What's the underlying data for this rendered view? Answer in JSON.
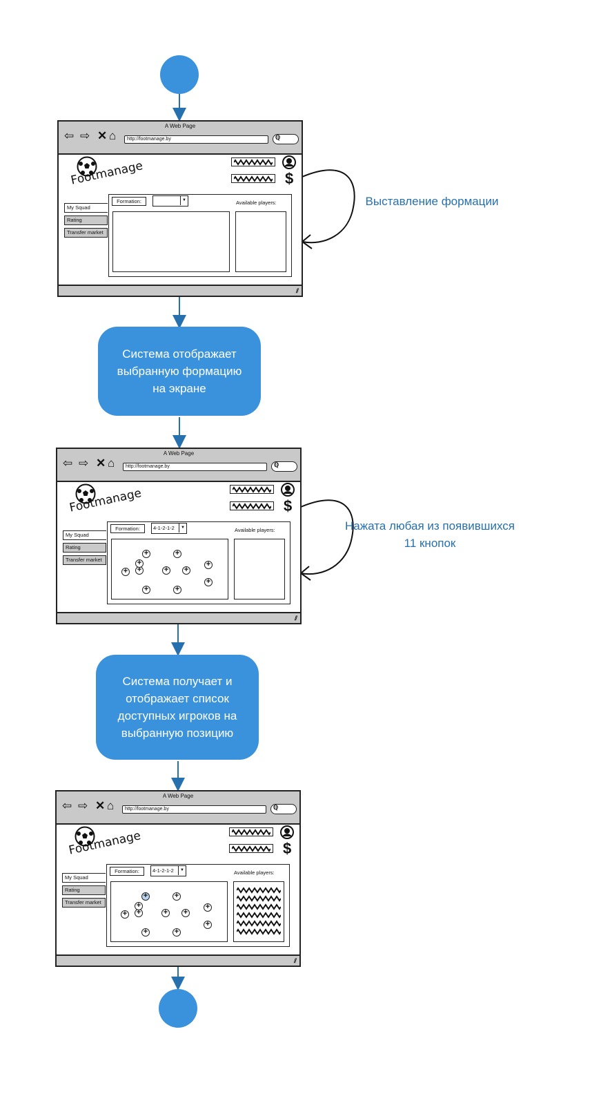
{
  "colors": {
    "node": "#3a92dc",
    "arrow": "#2670ad",
    "label": "#2670ad",
    "mockup_chrome": "#c9c9c9",
    "selected_button": "#b9d4ee"
  },
  "actions": [
    "Система отображает\nвыбранную формацию\nна экране",
    "Система получает и\nотображает список\nдоступных игроков на\nвыбранную позицию"
  ],
  "loops": [
    "Выставление формации",
    "Нажата любая из появившихся\n11 кнопок"
  ],
  "mockup": {
    "window_title": "A Web Page",
    "url": "http://footmanage.by",
    "logo_text": "Footmanage",
    "nav_items": [
      "My Squad",
      "Rating",
      "Transfer market"
    ],
    "formation_label": "Formation:",
    "available_label": "Available players:",
    "nav_icons": [
      "back-arrow-icon",
      "forward-arrow-icon",
      "close-icon",
      "home-icon"
    ],
    "header_icons": [
      "user-icon",
      "dollar-icon"
    ]
  },
  "screens": [
    {
      "formation_value": "",
      "player_buttons": 0,
      "players_listed": 0
    },
    {
      "formation_value": "4-1-2-1-2",
      "player_buttons": 11,
      "players_listed": 0
    },
    {
      "formation_value": "4-1-2-1-2",
      "player_buttons": 11,
      "players_listed": 6,
      "selected_button": 1
    }
  ]
}
